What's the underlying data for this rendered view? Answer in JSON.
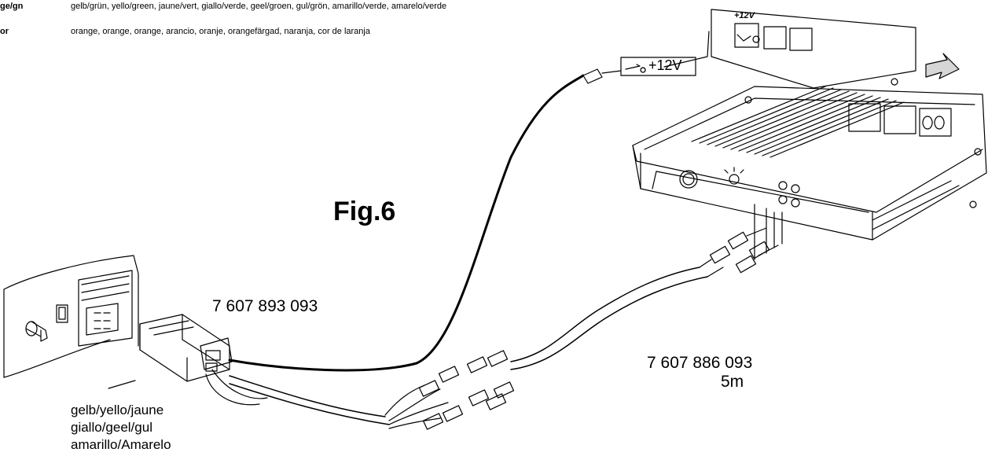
{
  "legend": [
    {
      "code": "ge/gn",
      "description": "gelb/grün, yello/green, jaune/vert, giallo/verde, geel/groen, gul/grön, amarillo/verde, amarelo/verde"
    },
    {
      "code": "or",
      "description": "orange, orange, orange, arancio, oranje, orangefärgad, naranja, cor de laranja"
    }
  ],
  "figure": {
    "title": "Fig.6"
  },
  "cable_adapter": {
    "part_number": "7 607 893 093"
  },
  "cinch_cable": {
    "part_number": "7 607 886 093",
    "length": "5m"
  },
  "wire_color_note": [
    "gelb/yello/jaune",
    "giallo/geel/gul",
    "amarillo/Amarelo"
  ],
  "switch": {
    "voltage_label": "+12V",
    "small_label": "+12V"
  }
}
